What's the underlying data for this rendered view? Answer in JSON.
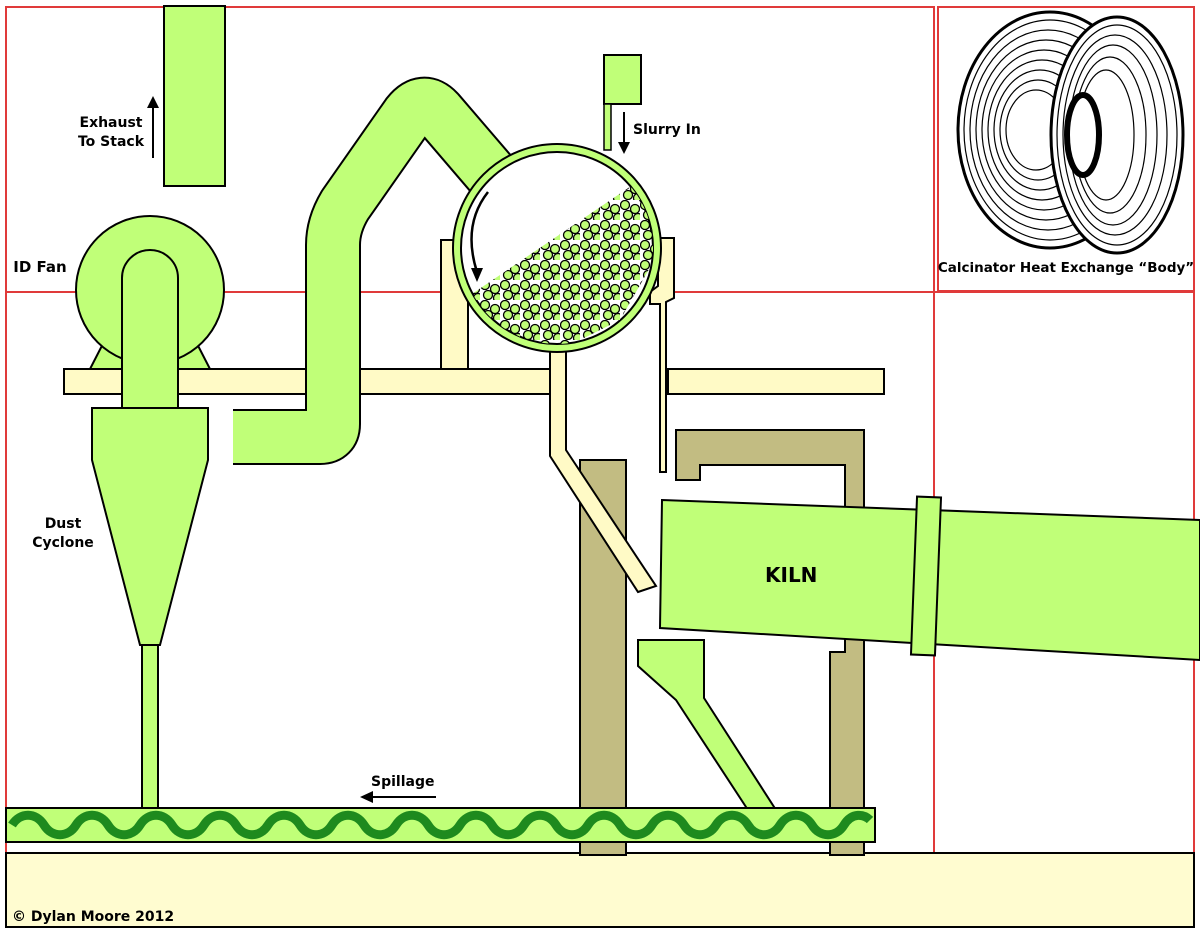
{
  "labels": {
    "exhaust_line1": "Exhaust",
    "exhaust_line2": "To Stack",
    "id_fan": "ID Fan",
    "dust_line1": "Dust",
    "dust_line2": "Cyclone",
    "slurry_in": "Slurry In",
    "kiln": "KILN",
    "spillage": "Spillage",
    "inset_caption": "Calcinator Heat Exchange “Body”",
    "copyright": "© Dylan Moore 2012"
  },
  "colors": {
    "equipment_green": "#c0ff78",
    "screw_dark_green": "#1e8a1e",
    "frame_khaki": "#c2bc82",
    "floor_cream": "#fffcd0",
    "platform_cream": "#fffac6",
    "border_red": "#e03a3a"
  }
}
